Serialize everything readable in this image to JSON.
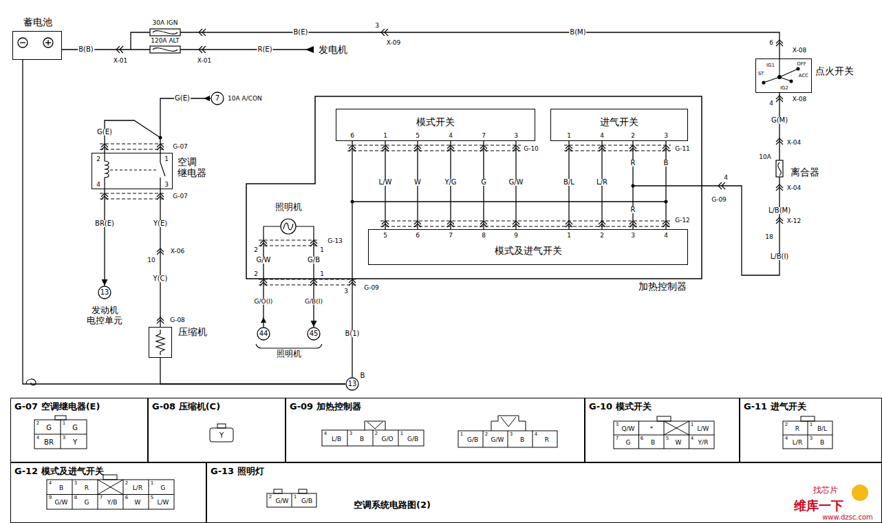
{
  "diagram": {
    "caption": "空调系统电路图(2)",
    "nodes": [
      {
        "text": [
          "蓄电池"
        ]
      },
      {
        "text": [
          "点火开关"
        ]
      },
      {
        "text": [
          "7"
        ]
      },
      {
        "text": [
          "空调 继电器"
        ]
      },
      {
        "text": [
          "13",
          "发动机 电控单元"
        ]
      },
      {
        "text": [
          "压缩机"
        ]
      },
      {
        "text": [
          "加热控制器"
        ]
      },
      {
        "text": [
          "模式开关"
        ],
        "in": 6
      },
      {
        "text": [
          "进气开关"
        ],
        "in": 6
      },
      {
        "text": [
          "模式及进气开关"
        ],
        "in": 6
      },
      {
        "text": [
          "照明机"
        ],
        "in": 6
      },
      {
        "text": [
          "44"
        ]
      },
      {
        "text": [
          "45"
        ]
      },
      {
        "text": [
          "13"
        ]
      },
      {
        "text": [
          "G-07 空调继电器(E)"
        ]
      },
      {
        "text": [
          "G-08 压缩机(C)"
        ]
      },
      {
        "text": [
          "G-09 加热控制器"
        ]
      },
      {
        "text": [
          "G-10 模式开关"
        ]
      },
      {
        "text": [
          "G-11 进气开关"
        ]
      },
      {
        "text": [
          "G-12 模式及进气开关"
        ]
      },
      {
        "text": [
          "G-13 照明灯"
        ]
      }
    ],
    "edges": [
      {
        "from": 0,
        "to": 1,
        "arrow": "none",
        "label": "B(E)"
      },
      {
        "from": 1,
        "to": 6,
        "arrow": "none",
        "label": "G(M)"
      },
      {
        "from": 2,
        "to": 3,
        "arrow": "none",
        "label": "G(E)"
      },
      {
        "from": 3,
        "to": 4,
        "arrow": "to",
        "label": "BR(E)"
      },
      {
        "from": 3,
        "to": 5,
        "arrow": "none",
        "label": "Y(E)"
      },
      {
        "from": 0,
        "to": 13,
        "arrow": "none"
      },
      {
        "from": 5,
        "to": 13,
        "arrow": "none"
      },
      {
        "from": 7,
        "to": 13,
        "arrow": "none",
        "label": "B(1)"
      },
      {
        "from": 7,
        "to": 9,
        "arrow": "none",
        "label": "L/W"
      },
      {
        "from": 7,
        "to": 9,
        "arrow": "none",
        "label": "W"
      },
      {
        "from": 7,
        "to": 9,
        "arrow": "none",
        "label": "Y/G"
      },
      {
        "from": 7,
        "to": 9,
        "arrow": "none",
        "label": "G"
      },
      {
        "from": 7,
        "to": 9,
        "arrow": "none",
        "label": "G/W"
      },
      {
        "from": 8,
        "to": 9,
        "arrow": "none",
        "label": "B/L"
      },
      {
        "from": 8,
        "to": 9,
        "arrow": "none",
        "label": "L/R"
      },
      {
        "from": 8,
        "to": 9,
        "arrow": "none",
        "label": "R"
      },
      {
        "from": 8,
        "to": 9,
        "arrow": "none",
        "label": "B"
      },
      {
        "from": 10,
        "to": 11,
        "arrow": "none",
        "label": "G/W"
      },
      {
        "from": 10,
        "to": 12,
        "arrow": "to",
        "label": "G/B"
      }
    ],
    "labels": [
      "B(B)",
      "X-01",
      "30A IGN",
      "120A ALT",
      "X-01",
      "R(E)",
      "发电机",
      "3",
      "X-09",
      "B(M)",
      "6",
      "X-08",
      "IG1",
      "OFF",
      "ACC",
      "ST",
      "IG2",
      "4",
      "X-08",
      "X-04",
      "10A",
      "离合器",
      "X-04",
      "L/B(M)",
      "X-12",
      "18",
      "L/B(I)",
      "4",
      "G-09",
      "10A A/CON",
      "G(E)",
      "G-07",
      "2",
      "1",
      "4",
      "3",
      "G-07",
      "X-06",
      "10",
      "Y(C)",
      "G-08",
      "6",
      "1",
      "5",
      "4",
      "7",
      "3",
      "G-10",
      "1",
      "4",
      "2",
      "3",
      "G-11",
      "R",
      "G-12",
      "5",
      "6",
      "7",
      "8",
      "9",
      "1",
      "2",
      "3",
      "4",
      "2",
      "1",
      "G-13",
      "2",
      "1",
      "3",
      "G-09",
      "G/O(I)",
      "G/B(I)",
      "照明机",
      "B",
      "2",
      "G",
      "1",
      "G",
      "4",
      "BR",
      "3",
      "Y",
      "Y",
      "4",
      "L/B",
      "3",
      "B",
      "2",
      "G/O",
      "1",
      "G/B",
      "1",
      "G/B",
      "2",
      "G/W",
      "3",
      "B",
      "4",
      "R",
      "3",
      "Q/W",
      "*",
      "1",
      "L/W",
      "7",
      "G",
      "6",
      "B",
      "5",
      "W",
      "4",
      "Y/R",
      "2",
      "R",
      "1",
      "B/L",
      "4",
      "L/R",
      "3",
      "B",
      "4",
      "B",
      "3",
      "R",
      "2",
      "L/R",
      "1",
      "G",
      "9",
      "G/W",
      "8",
      "G",
      "7",
      "Y/B",
      "6",
      "W",
      "5",
      "L/W",
      "2",
      "G/W",
      "1",
      "G/B",
      "找芯片",
      "维库一下",
      "www.dzsc.com"
    ]
  }
}
